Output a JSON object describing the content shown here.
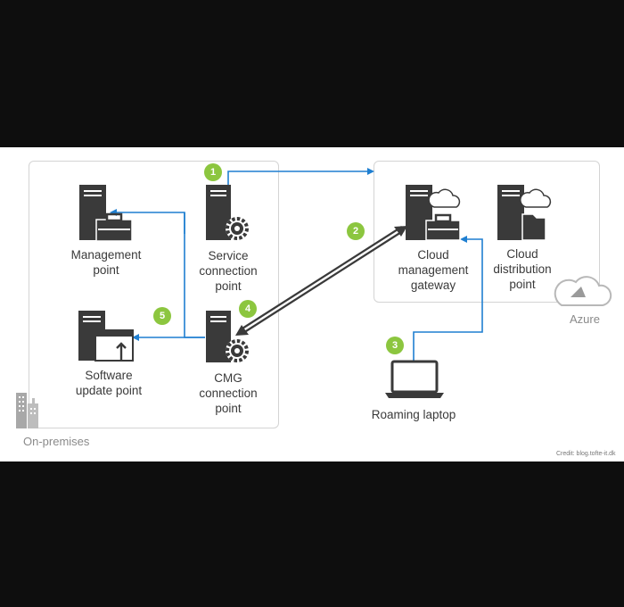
{
  "colors": {
    "background": "#0e0e0e",
    "panel": "#ffffff",
    "arrow_blue": "#1f7fd1",
    "badge_green": "#8cc63f",
    "server_dark": "#3a3a3a"
  },
  "zones": {
    "on_premises": "On-premises",
    "azure": "Azure"
  },
  "nodes": {
    "management_point": "Management\npoint",
    "service_connection_point": "Service\nconnection\npoint",
    "software_update_point": "Software\nupdate point",
    "cmg_connection_point": "CMG\nconnection\npoint",
    "cloud_management_gateway": "Cloud\nmanagement\ngateway",
    "cloud_distribution_point": "Cloud\ndistribution\npoint",
    "roaming_laptop": "Roaming laptop"
  },
  "steps": [
    "1",
    "2",
    "3",
    "4",
    "5"
  ],
  "credit": "Credit: blog.tofte-it.dk"
}
